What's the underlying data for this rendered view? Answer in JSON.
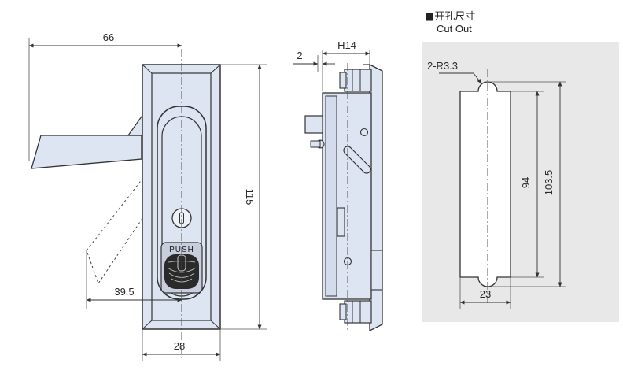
{
  "cutout": {
    "title_cn": "开孔尺寸",
    "title_en": "Cut Out",
    "radius_label": "2-R3.3",
    "width": "23",
    "inner_height": "94",
    "outer_height": "103.5"
  },
  "front_view": {
    "handle_swing": "66",
    "handle_offset": "39.5",
    "height": "115",
    "width": "28",
    "push_label": "PUSH"
  },
  "side_view": {
    "depth": "H14",
    "offset": "2"
  },
  "colors": {
    "body_fill": "#dde4f2",
    "outline": "#333333",
    "cutout_bg": "#e8e8e8"
  }
}
